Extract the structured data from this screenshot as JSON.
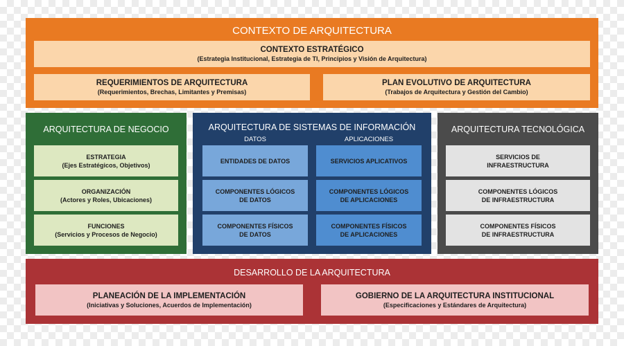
{
  "context": {
    "title": "CONTEXTO DE ARQUITECTURA",
    "strategic": {
      "title": "CONTEXTO ESTRATÉGICO",
      "subtitle": "(Estrategia Institucional, Estrategia de TI, Principios y Visión de Arquitectura)"
    },
    "requirements": {
      "title": "REQUERIMIENTOS DE ARQUITECTURA",
      "subtitle": "(Requerimientos, Brechas, Limitantes y Premisas)"
    },
    "plan": {
      "title": "PLAN EVOLUTIVO DE ARQUITECTURA",
      "subtitle": "(Trabajos de Arquitectura y Gestión del Cambio)"
    }
  },
  "business": {
    "title": "ARQUITECTURA DE NEGOCIO",
    "items": [
      {
        "title": "ESTRATEGIA",
        "subtitle": "(Ejes Estratégicos, Objetivos)"
      },
      {
        "title": "ORGANIZACIÓN",
        "subtitle": "(Actores y Roles, Ubicaciones)"
      },
      {
        "title": "FUNCIONES",
        "subtitle": "(Servicios y Procesos de Negocio)"
      }
    ]
  },
  "info_systems": {
    "title": "ARQUITECTURA DE SISTEMAS DE INFORMACIÓN",
    "data_label": "DATOS",
    "apps_label": "APLICACIONES",
    "data_items": [
      "ENTIDADES DE DATOS",
      "COMPONENTES LÓGICOS\nDE DATOS",
      "COMPONENTES FÍSICOS\nDE DATOS"
    ],
    "app_items": [
      "SERVICIOS APLICATIVOS",
      "COMPONENTES LÓGICOS\nDE APLICACIONES",
      "COMPONENTES FÍSICOS\nDE APLICACIONES"
    ]
  },
  "technology": {
    "title": "ARQUITECTURA TECNOLÓGICA",
    "items": [
      "SERVICIOS DE\nINFRAESTRUCTURA",
      "COMPONENTES LÓGICOS\nDE INFRAESTRUCTURA",
      "COMPONENTES FÍSICOS\nDE INFRAESTRUCTURA"
    ]
  },
  "development": {
    "title": "DESARROLLO DE LA ARQUITECTURA",
    "planning": {
      "title": "PLANEACIÓN DE LA IMPLEMENTACIÓN",
      "subtitle": "(Iniciativas y Soluciones, Acuerdos de Implementación)"
    },
    "governance": {
      "title": "GOBIERNO DE LA ARQUITECTURA INSTITUCIONAL",
      "subtitle": "(Especificaciones y Estándares de Arquitectura)"
    }
  }
}
